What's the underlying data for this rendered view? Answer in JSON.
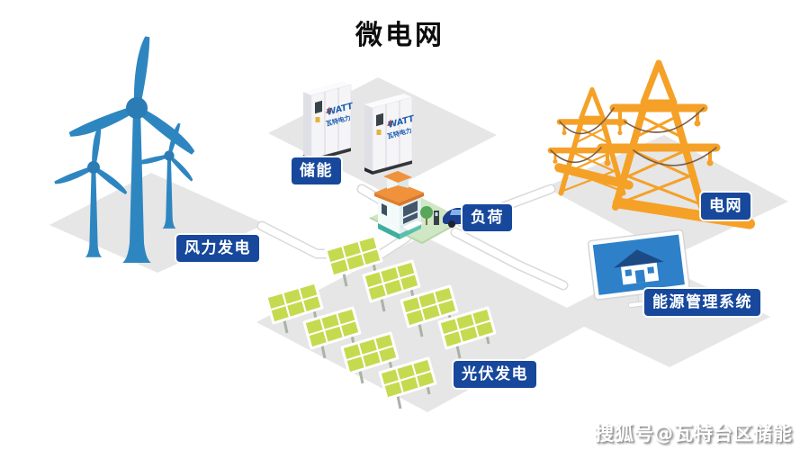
{
  "title": "微电网",
  "watermark": "搜狐号@瓦特台区储能",
  "nodes": {
    "wind": {
      "label": "风力发电"
    },
    "storage": {
      "label": "储能"
    },
    "load": {
      "label": "负荷"
    },
    "grid": {
      "label": "电网"
    },
    "ems": {
      "label": "能源管理系统"
    },
    "pv": {
      "label": "光伏发电"
    }
  },
  "storage_cabinet": {
    "brand": "WATT",
    "brand_sub": "瓦特电力"
  },
  "colors": {
    "badge_blue": "#17489c",
    "wind_blue": "#2e86c1",
    "pylon_orange": "#f5a127",
    "roof_orange": "#f0923c",
    "solar_green": "#c6da50",
    "pad_green": "#cfe7c4",
    "screen_blue": "#2e80c9",
    "ground_gray": "#e6e6e6",
    "car_blue": "#1b3e8e"
  }
}
